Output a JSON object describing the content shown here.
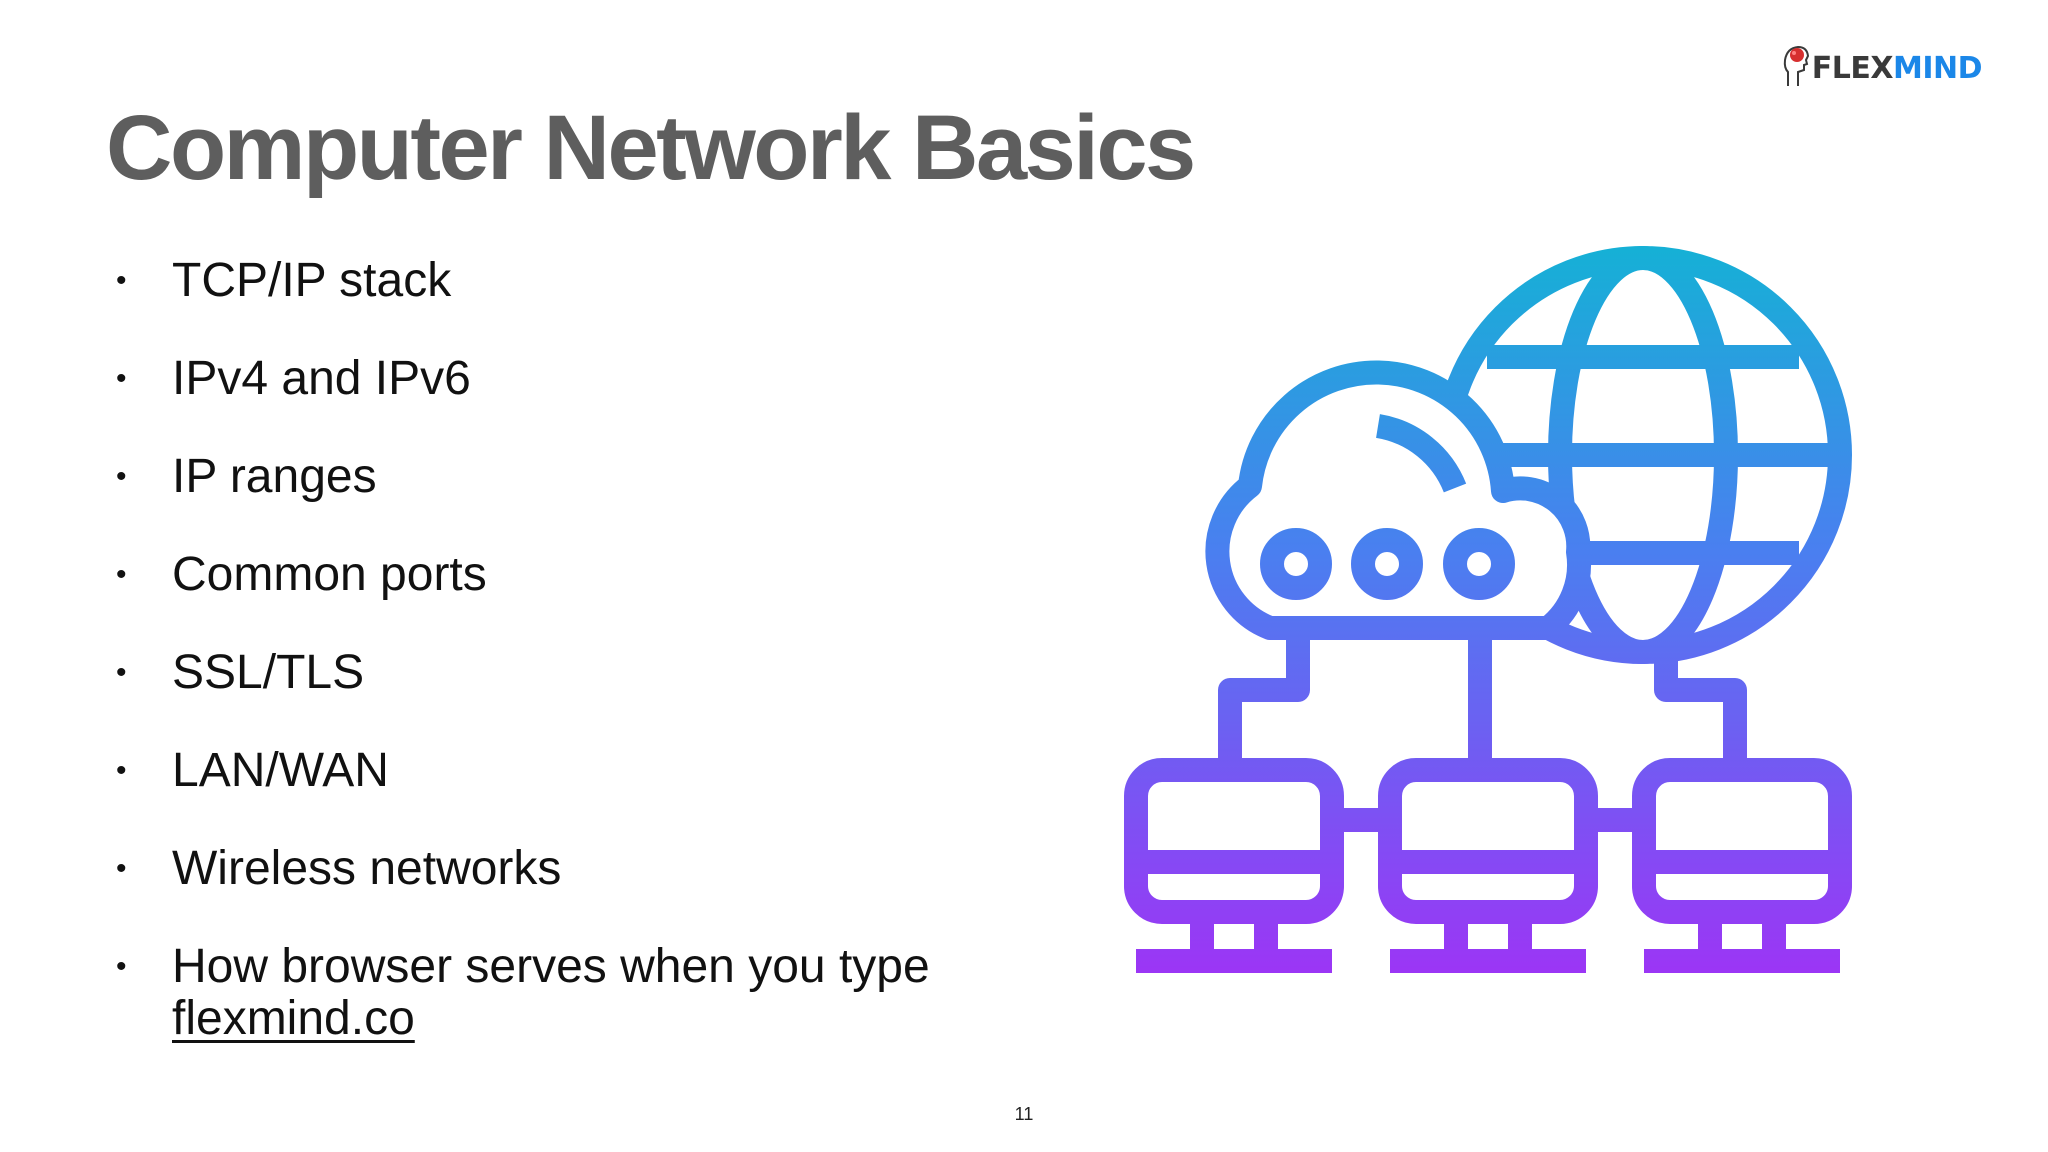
{
  "slide": {
    "title": "Computer Network Basics",
    "page_number": "11"
  },
  "logo": {
    "part1": "FLEX",
    "part2": "MIND",
    "colors": {
      "flex": "#3a3a3a",
      "mind": "#1b87e8",
      "head_mark": "#d62f2f"
    }
  },
  "bullets": [
    {
      "text": "TCP/IP stack"
    },
    {
      "text": "IPv4 and IPv6"
    },
    {
      "text": "IP ranges"
    },
    {
      "text": "Common ports"
    },
    {
      "text": "SSL/TLS"
    },
    {
      "text": "LAN/WAN"
    },
    {
      "text": "Wireless networks"
    },
    {
      "text": "How browser serves when you type",
      "link": "flexmind.co"
    }
  ],
  "bullet_marker": "•",
  "illustration": {
    "icon": "cloud-network-globe-icon",
    "gradient": {
      "top": "#16b0d6",
      "middle": "#4a7ff0",
      "bottom": "#9b36f5"
    }
  }
}
